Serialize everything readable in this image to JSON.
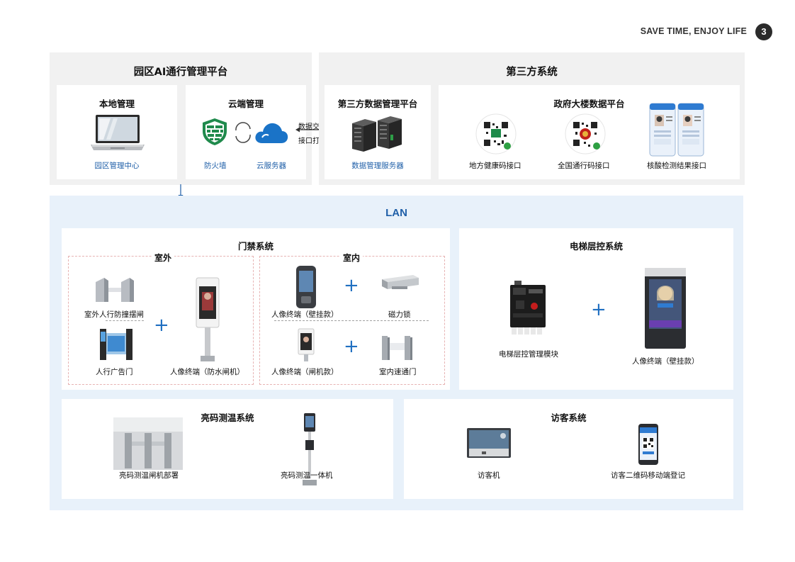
{
  "header": {
    "tagline": "SAVE TIME, ENJOY LIFE",
    "page_number": "3"
  },
  "platform": {
    "title": "园区AI通行管理平台",
    "local": {
      "title": "本地管理",
      "item_label": "园区管理中心"
    },
    "cloud": {
      "title": "云端管理",
      "firewall_label": "防火墙",
      "server_label": "云服务器"
    }
  },
  "exchange": {
    "line1": "数据交换",
    "line2": "接口打通"
  },
  "third_party": {
    "title": "第三方系统",
    "data_platform": {
      "title": "第三方数据管理平台",
      "item_label": "数据管理服务器"
    },
    "gov_platform": {
      "title": "政府大楼数据平台",
      "items": [
        "地方健康码接口",
        "全国通行码接口",
        "核酸检测结果接口"
      ]
    }
  },
  "lan": {
    "title": "LAN"
  },
  "access_control": {
    "title": "门禁系统",
    "outdoor": {
      "title": "室外",
      "items": [
        "室外人行防撞摆闸",
        "人行广告门",
        "人像终端（防水闸机）"
      ]
    },
    "indoor": {
      "title": "室内",
      "items": [
        "人像终端（壁挂款）",
        "磁力锁",
        "人像终端（闸机款）",
        "室内速通门"
      ]
    }
  },
  "elevator": {
    "title": "电梯层控系统",
    "items": [
      "电梯层控管理模块",
      "人像终端（壁挂款）"
    ]
  },
  "health_code": {
    "title": "亮码测温系统",
    "items": [
      "亮码测温闸机部署",
      "亮码测温一体机"
    ]
  },
  "visitor": {
    "title": "访客系统",
    "items": [
      "访客机",
      "访客二维码移动端登记"
    ]
  },
  "colors": {
    "brand_blue": "#1f5fa8",
    "accent_blue": "#1f6fc1",
    "lan_bg": "#e8f1fa",
    "panel_gray": "#f1f1f1"
  },
  "icons": [
    "laptop-icon",
    "firewall-shield-icon",
    "cloud-icon",
    "server-icon",
    "qr-code-icon",
    "phone-icon",
    "turnstile-icon",
    "face-terminal-icon",
    "magnetic-lock-icon",
    "control-board-icon",
    "thermometer-kiosk-icon",
    "visitor-kiosk-icon"
  ]
}
